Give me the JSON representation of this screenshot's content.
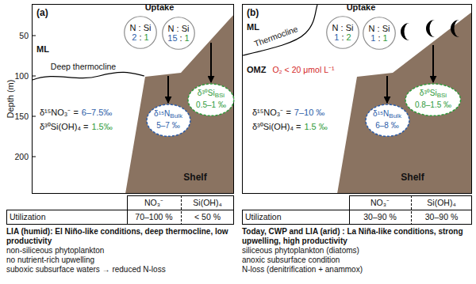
{
  "diagram": {
    "nodes": [
      {
        "text": [
          "N : Si",
          "2",
          ":",
          "1"
        ]
      },
      {
        "text": [
          "N : Si",
          "15",
          ":",
          "1"
        ]
      },
      {
        "text": [
          "δ¹⁵N",
          "Bulk",
          "5–7 ‰"
        ]
      },
      {
        "text": [
          "δ³⁰Si",
          "BSi",
          "0.5–1 ‰"
        ]
      },
      {
        "text": [
          "N : Si",
          "1",
          ":",
          "2"
        ]
      },
      {
        "text": [
          "N : Si",
          "1",
          ":",
          "1"
        ]
      },
      {
        "text": [
          "δ¹⁵N",
          "Bulk",
          "6–8 ‰"
        ]
      },
      {
        "text": [
          "δ³⁰Si",
          "BSi",
          "0.8–1.5 ‰"
        ]
      }
    ],
    "labels": [
      "(a)",
      "Uptake",
      "ML",
      "Deep thermocline",
      "Depth (m)",
      "50",
      "100",
      "150",
      "200",
      "δ¹⁵NO₃⁻ =",
      "6–7.5‰",
      "δ³⁰Si(OH)₄ =",
      "1.5‰",
      "Shelf",
      "(b)",
      "Uptake",
      "ML",
      "Thermocline",
      "OMZ",
      "O₂ < 20 μmol L⁻¹",
      "δ¹⁵NO₃⁻ =",
      "7–10 ‰",
      "δ³⁰Si(OH)₄ =",
      "1.5 ‰",
      "Shelf",
      "NO₃⁻",
      "Si(OH)₄",
      "Utilization",
      "70–100 %",
      "< 50 %",
      "NO₃⁻",
      "Si(OH)₄",
      "Utilization",
      "30–90 %",
      "30–90 %",
      "LIA (humid): El Niño-like conditions, deep thermocline, low productivity",
      "non-siliceous phytoplankton",
      "no nutrient-rich upwelling",
      "suboxic subsurface waters → reduced N-loss",
      "Today, CWP and LIA (arid) : La Niña-like conditions, strong upwelling, high productivity",
      "siliceous phytoplankton (diatoms)",
      "anoxic subsurface condition",
      "N-loss (denitrification + anammox)"
    ]
  }
}
